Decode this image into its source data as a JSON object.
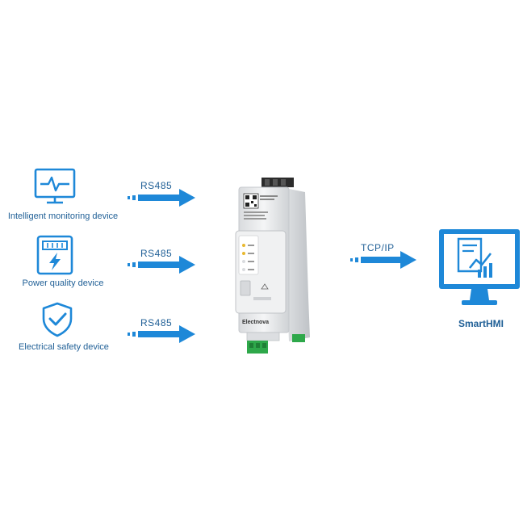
{
  "colors": {
    "accent": "#1e88d8",
    "text": "#1f5f96",
    "gateway_body": "#e9eaec",
    "terminal_green": "#2ea84a"
  },
  "devices": [
    {
      "label": "Intelligent monitoring device",
      "icon": "monitor-pulse-icon",
      "protocol": "RS485"
    },
    {
      "label": "Power quality device",
      "icon": "meter-lightning-icon",
      "protocol": "RS485"
    },
    {
      "label": "Electrical safety device",
      "icon": "shield-check-icon",
      "protocol": "RS485"
    }
  ],
  "gateway": {
    "brand": "Electnova",
    "protocol": "TCP/IP"
  },
  "hmi": {
    "label": "SmartHMI",
    "icon": "monitor-chart-icon"
  }
}
